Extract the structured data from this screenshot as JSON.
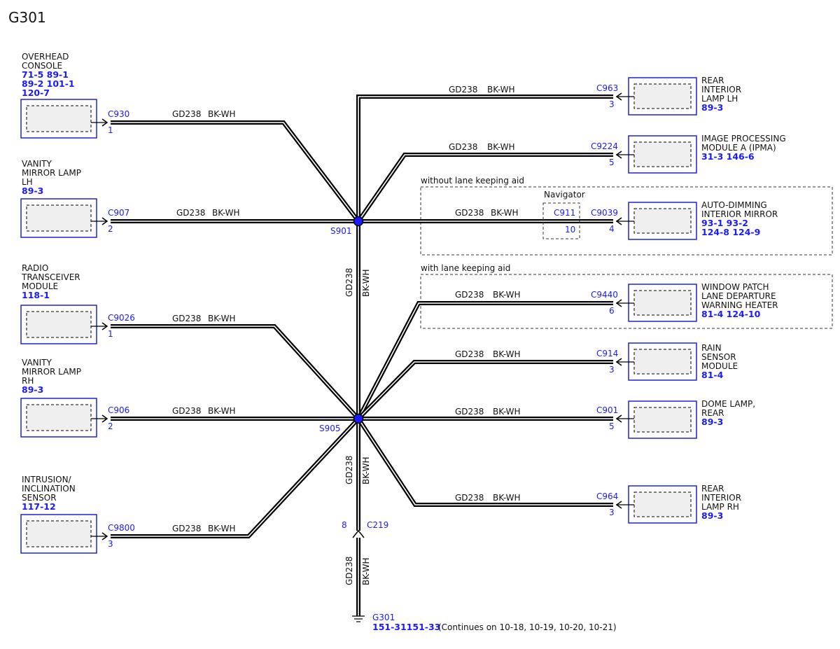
{
  "title": "G301",
  "wire": {
    "circuit": "GD238",
    "color": "BK-WH"
  },
  "splices": [
    {
      "id": "S901"
    },
    {
      "id": "S905"
    }
  ],
  "left_components": [
    {
      "key": "overhead",
      "name_lines": [
        "OVERHEAD",
        "CONSOLE"
      ],
      "refs": [
        "71-5  89-1",
        "89-2  101-1",
        "120-7"
      ],
      "connector": "C930",
      "pin": "1"
    },
    {
      "key": "vanity-lh",
      "name_lines": [
        "VANITY",
        "MIRROR LAMP",
        "LH"
      ],
      "refs": [
        "89-3"
      ],
      "connector": "C907",
      "pin": "2"
    },
    {
      "key": "radio",
      "name_lines": [
        "RADIO",
        "TRANSCEIVER",
        "MODULE"
      ],
      "refs": [
        "118-1"
      ],
      "connector": "C9026",
      "pin": "1"
    },
    {
      "key": "vanity-rh",
      "name_lines": [
        "VANITY",
        "MIRROR LAMP",
        "RH"
      ],
      "refs": [
        "89-3"
      ],
      "connector": "C906",
      "pin": "2"
    },
    {
      "key": "intrusion",
      "name_lines": [
        "INTRUSION/",
        "INCLINATION",
        "SENSOR"
      ],
      "refs": [
        "117-12"
      ],
      "connector": "C9800",
      "pin": "3"
    }
  ],
  "right_components": [
    {
      "key": "rear-lamp-lh",
      "name_lines": [
        "REAR",
        "INTERIOR",
        "LAMP LH"
      ],
      "refs": [
        "89-3"
      ],
      "connector": "C963",
      "pin": "3"
    },
    {
      "key": "ipma",
      "name_lines": [
        "IMAGE PROCESSING",
        "MODULE A (IPMA)"
      ],
      "refs": [
        "31-3  146-6"
      ],
      "connector": "C9224",
      "pin": "5"
    },
    {
      "key": "auto-dim",
      "name_lines": [
        "AUTO-DIMMING",
        "INTERIOR MIRROR"
      ],
      "refs": [
        "93-1  93-2",
        "124-8 124-9"
      ],
      "connector": "C9039",
      "pin": "4"
    },
    {
      "key": "window-patch",
      "name_lines": [
        "WINDOW PATCH",
        "LANE DEPARTURE",
        "WARNING HEATER"
      ],
      "refs": [
        "81-4    124-10"
      ],
      "connector": "C9440",
      "pin": "6"
    },
    {
      "key": "rain",
      "name_lines": [
        "RAIN",
        "SENSOR",
        "MODULE"
      ],
      "refs": [
        "81-4"
      ],
      "connector": "C914",
      "pin": "3"
    },
    {
      "key": "dome",
      "name_lines": [
        "DOME LAMP,",
        "REAR"
      ],
      "refs": [
        " 89-3"
      ],
      "connector": "C901",
      "pin": "5"
    },
    {
      "key": "rear-lamp-rh",
      "name_lines": [
        "REAR",
        "INTERIOR",
        "LAMP RH"
      ],
      "refs": [
        "89-3"
      ],
      "connector": "C964",
      "pin": "3"
    }
  ],
  "regions": [
    {
      "label": "without lane keeping aid"
    },
    {
      "label": "with lane keeping aid"
    }
  ],
  "navigator": {
    "label": "Navigator",
    "connector": "C911",
    "pin": "10"
  },
  "inline_connector": {
    "id": "C219",
    "pin": "8"
  },
  "ground": {
    "id": "G301",
    "refs": "151-31151-33",
    "note": "(Continues on 10-18, 10-19, 10-20, 10-21)"
  }
}
